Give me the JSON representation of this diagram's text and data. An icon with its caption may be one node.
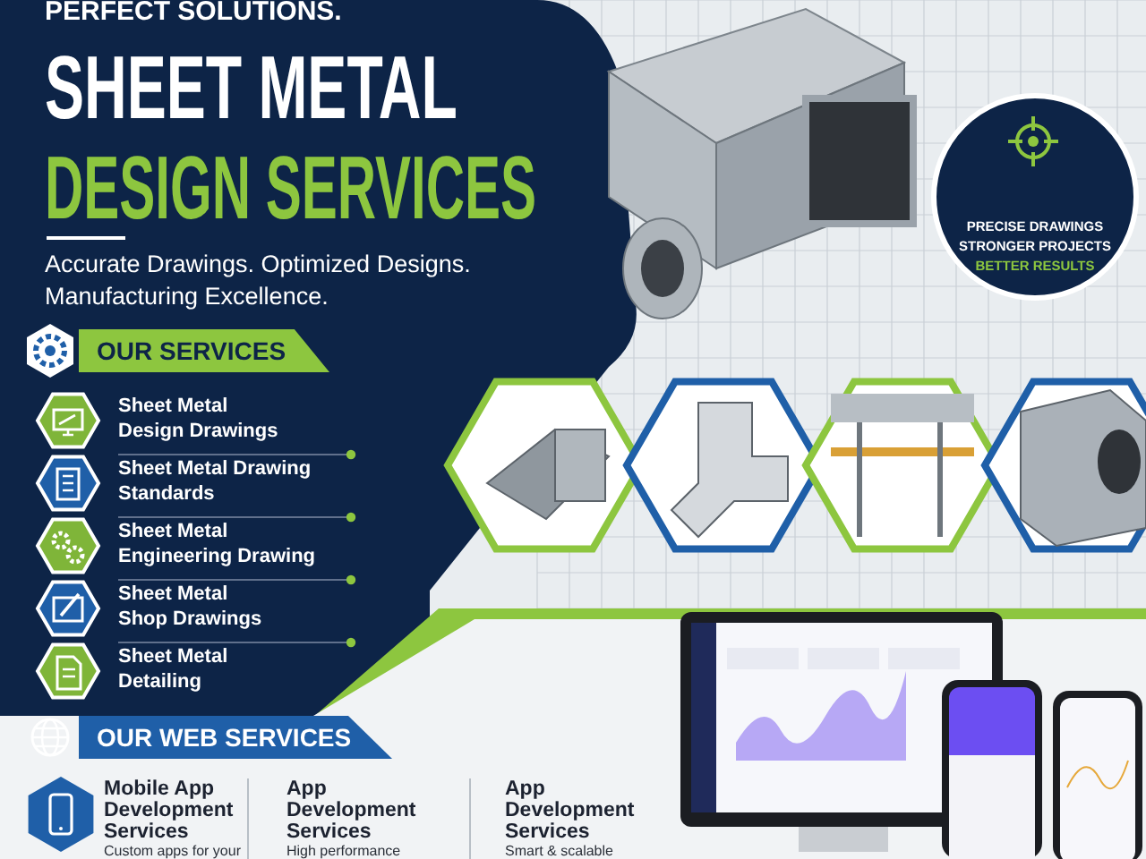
{
  "diagram": {
    "nodes": [
      {
        "text": [
          "PRECISE DRAWINGS",
          "STRONGER PROJECTS",
          "BETTER RESULTS"
        ]
      },
      {
        "text": [
          "OUR SERVICES"
        ]
      },
      {
        "text": [
          "OUR WEB SERVICES"
        ]
      }
    ],
    "labels": [
      "PERFECT SOLUTIONS.",
      "SHEET METAL",
      "DESIGN SERVICES",
      "Accurate Drawings. Optimized Designs. Manufacturing Excellence.",
      "Sheet Metal Design Drawings",
      "Sheet Metal Drawing Standards",
      "Sheet Metal Engineering Drawing",
      "Sheet Metal Shop Drawings",
      "Sheet Metal Detailing",
      "Mobile App Development Services",
      "Custom apps for your",
      "App Development Services",
      "High performance",
      "App Development Services",
      "Smart & scalable"
    ]
  }
}
